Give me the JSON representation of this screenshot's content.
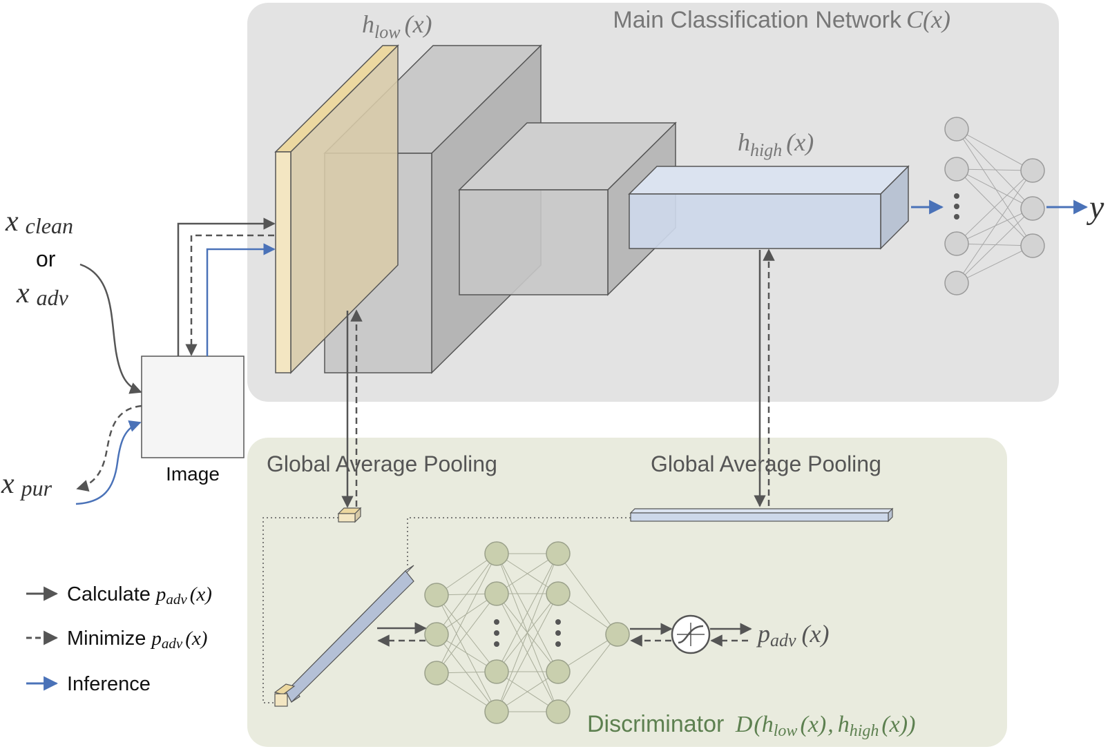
{
  "main_network": {
    "title_text": "Main Classification Network",
    "title_math": "C(x)"
  },
  "feature_labels": {
    "h_low_base": "h",
    "h_low_sub": "low",
    "h_low_arg": "(x)",
    "h_high_base": "h",
    "h_high_sub": "high",
    "h_high_arg": "(x)"
  },
  "inputs": {
    "x_clean_base": "x",
    "x_clean_sub": "clean",
    "or_text": "or",
    "x_adv_base": "x",
    "x_adv_sub": "adv",
    "x_pur_base": "x",
    "x_pur_sub": "pur",
    "image_label": "Image"
  },
  "output": {
    "y_label": "y"
  },
  "discriminator": {
    "gap_left_label": "Global Average Pooling",
    "gap_right_label": "Global Average Pooling",
    "title_text": "Discriminator",
    "title_math_d": "D",
    "title_math_open": "(",
    "title_math_hlow": "h",
    "title_math_hlow_sub": "low",
    "title_math_hlow_arg": "(x)",
    "title_math_comma": ",",
    "title_math_hhigh": "h",
    "title_math_hhigh_sub": "high",
    "title_math_hhigh_arg": "(x)",
    "title_math_close": ")",
    "p_adv_base": "p",
    "p_adv_sub": "adv",
    "p_adv_arg": "(x)"
  },
  "legend": {
    "calculate_text": "Calculate",
    "minimize_text": "Minimize",
    "inference_text": "Inference",
    "p_base": "p",
    "p_sub": "adv",
    "p_arg": "(x)"
  },
  "colors": {
    "main_bg": "#e3e3e3",
    "disc_bg": "#e9ebde",
    "arrow_dark": "#555555",
    "arrow_blue": "#4a72b8",
    "feature_yellow": "#f3e6c2",
    "feature_blue": "#cdd8ea",
    "node_grey": "#d3d3d3",
    "node_green": "#c9cfae",
    "disc_title_green": "#5d8050"
  }
}
